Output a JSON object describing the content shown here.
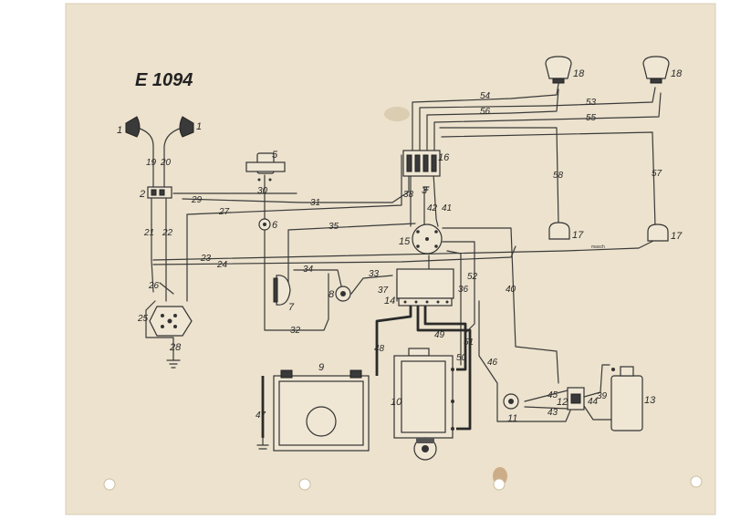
{
  "diagram": {
    "title": "E 1094",
    "ground_note": "masch",
    "component_labels": {
      "headlight_left": "1",
      "headlight_right": "1",
      "junction_block": "2",
      "horn_relay": "5",
      "switch_small": "6",
      "horn": "7",
      "push_button": "8",
      "battery": "9",
      "generator": "10",
      "indicator": "11",
      "ignition_switch": "12",
      "ignition_coil": "13",
      "regulator": "14",
      "light_switch": "15",
      "fuse_box": "16",
      "rear_light_left": "17",
      "rear_light_right": "17",
      "front_lamp_left": "18",
      "front_lamp_right": "18",
      "ground": "28",
      "ground_small": "3"
    },
    "wire_numbers": [
      "19",
      "20",
      "21",
      "22",
      "23",
      "24",
      "25",
      "26",
      "27",
      "29",
      "30",
      "31",
      "32",
      "33",
      "34",
      "35",
      "36",
      "37",
      "38",
      "39",
      "40",
      "41",
      "42",
      "43",
      "44",
      "45",
      "46",
      "47",
      "48",
      "49",
      "50",
      "51",
      "52",
      "53",
      "54",
      "55",
      "56",
      "57",
      "58"
    ]
  }
}
